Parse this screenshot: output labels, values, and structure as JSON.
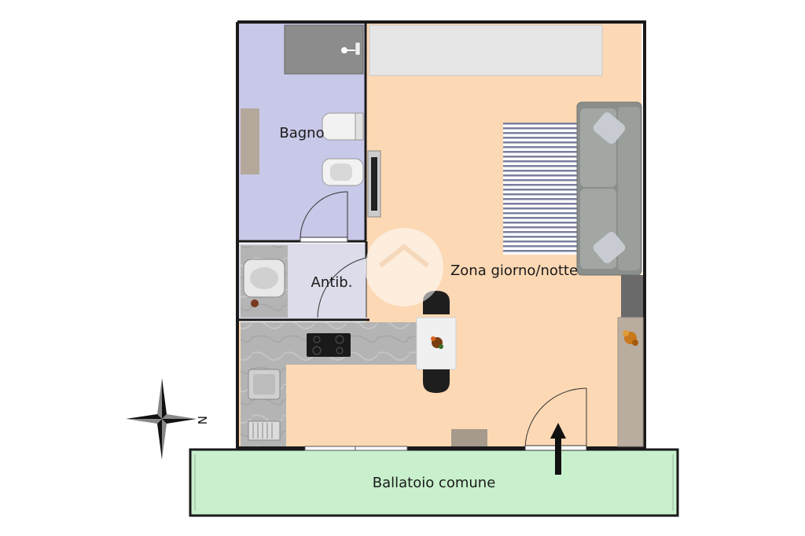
{
  "rooms": {
    "bagno": "Bagno",
    "antibagno": "Antib.",
    "zona_giorno": "Zona giorno/notte",
    "ballatoio": "Ballatoio comune"
  },
  "compass": {
    "north_label": "N"
  },
  "colors": {
    "bagno": "#c8c8e8",
    "antibagno": "#dcdcea",
    "zona_giorno": "#fcd8b4",
    "ballatoio": "#c8f0cc",
    "kitchen_counter": "#a8a8a8",
    "wall": "#1a1a1a"
  },
  "icons": [
    "compass-rose-icon",
    "entrance-arrow-icon",
    "sofa-icon",
    "rug-icon",
    "shower-icon",
    "toilet-icon",
    "bidet-icon",
    "sink-icon",
    "cooktop-icon",
    "chair-icon",
    "plant-icon",
    "tv-icon"
  ]
}
